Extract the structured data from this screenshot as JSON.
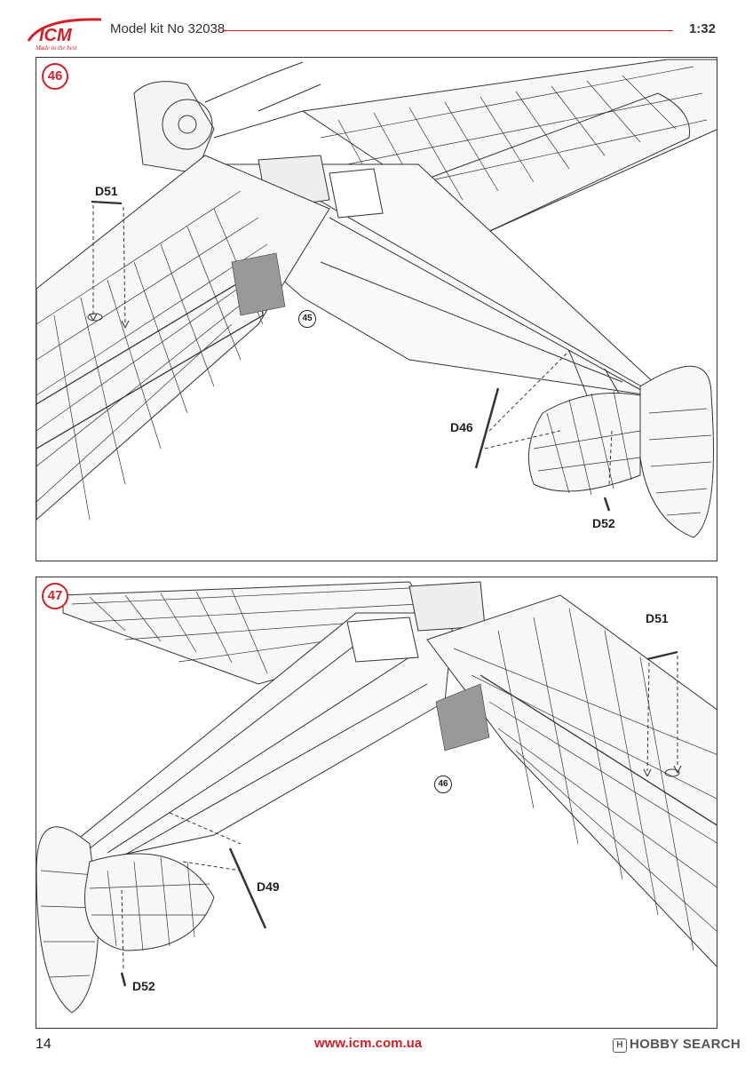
{
  "header": {
    "brand": "ICM",
    "tagline": "Made in the best",
    "kit_title": "Model kit No 32038",
    "scale": "1:32"
  },
  "steps": [
    {
      "number": "46",
      "reference": "45",
      "parts": {
        "d51": "D51",
        "d46": "D46",
        "d52": "D52"
      }
    },
    {
      "number": "47",
      "reference": "46",
      "parts": {
        "d51": "D51",
        "d49": "D49",
        "d52": "D52"
      }
    }
  ],
  "footer": {
    "page_number": "14",
    "url": "www.icm.com.ua",
    "watermark": "HOBBY SEARCH",
    "watermark_icon": "H"
  },
  "colors": {
    "accent": "#d31f26",
    "line": "#333333"
  }
}
